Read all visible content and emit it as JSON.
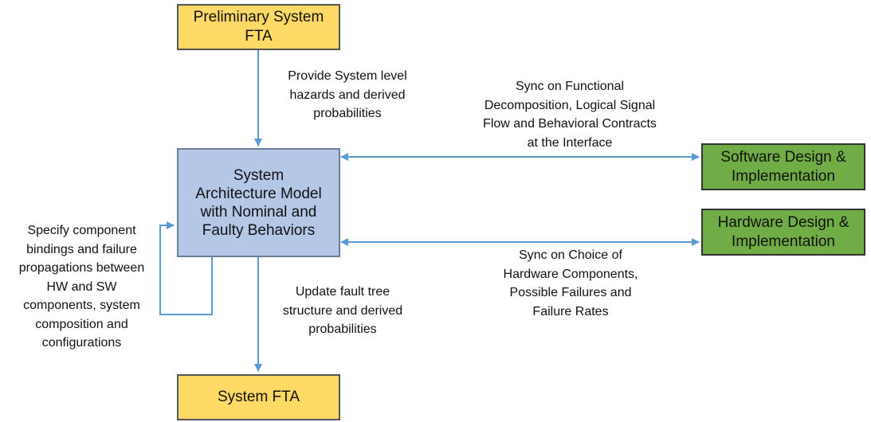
{
  "boxes": {
    "prelim": "Preliminary System\nFTA",
    "arch": "System\nArchitecture Model\nwith Nominal and\nFaulty Behaviors",
    "software": "Software Design &\nImplementation",
    "hardware": "Hardware Design &\nImplementation",
    "system_fta": "System FTA"
  },
  "labels": {
    "provide": "Provide System level\nhazards and derived\nprobabilities",
    "sync_functional": "Sync on Functional\nDecomposition, Logical Signal\nFlow and Behavioral Contracts\nat the Interface",
    "specify": "Specify component\nbindings and failure\npropagations between\nHW and SW\ncomponents, system\ncomposition and\nconfigurations",
    "update": "Update fault tree\nstructure and derived\nprobabilities",
    "sync_hardware": "Sync on Choice of\nHardware Components,\nPossible Failures and\nFailure Rates"
  },
  "colors": {
    "yellow": "#ffd966",
    "blue": "#b4c7e7",
    "green": "#70ad47",
    "arrow": "#5b9bd5"
  }
}
